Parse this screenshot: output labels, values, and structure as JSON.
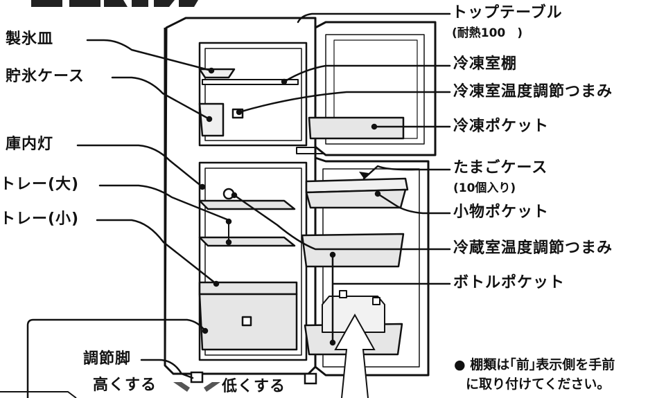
{
  "labels": {
    "ice_tray": "製氷皿",
    "ice_case": "貯氷ケース",
    "interior_light": "庫内灯",
    "tray_large": "トレー(大)",
    "tray_small": "トレー(小)",
    "adjuster_foot": "調節脚",
    "higher": "高くする",
    "lower": "低くする",
    "top_table": "トップテーブル",
    "top_table_note": "(耐熱100　)",
    "freezer_shelf": "冷凍室棚",
    "freezer_temp_knob": "冷凍室温度調節つまみ",
    "freezer_pocket": "冷凍ポケット",
    "egg_case": "たまごケース",
    "egg_case_note": "(10個入り)",
    "small_items_pocket": "小物ポケット",
    "fridge_temp_knob": "冷蔵室温度調節つまみ",
    "bottle_pocket": "ボトルポケット"
  },
  "note": {
    "line1": "● 棚類は｢前｣表示側を手前",
    "line2": "に取り付けてください。"
  }
}
